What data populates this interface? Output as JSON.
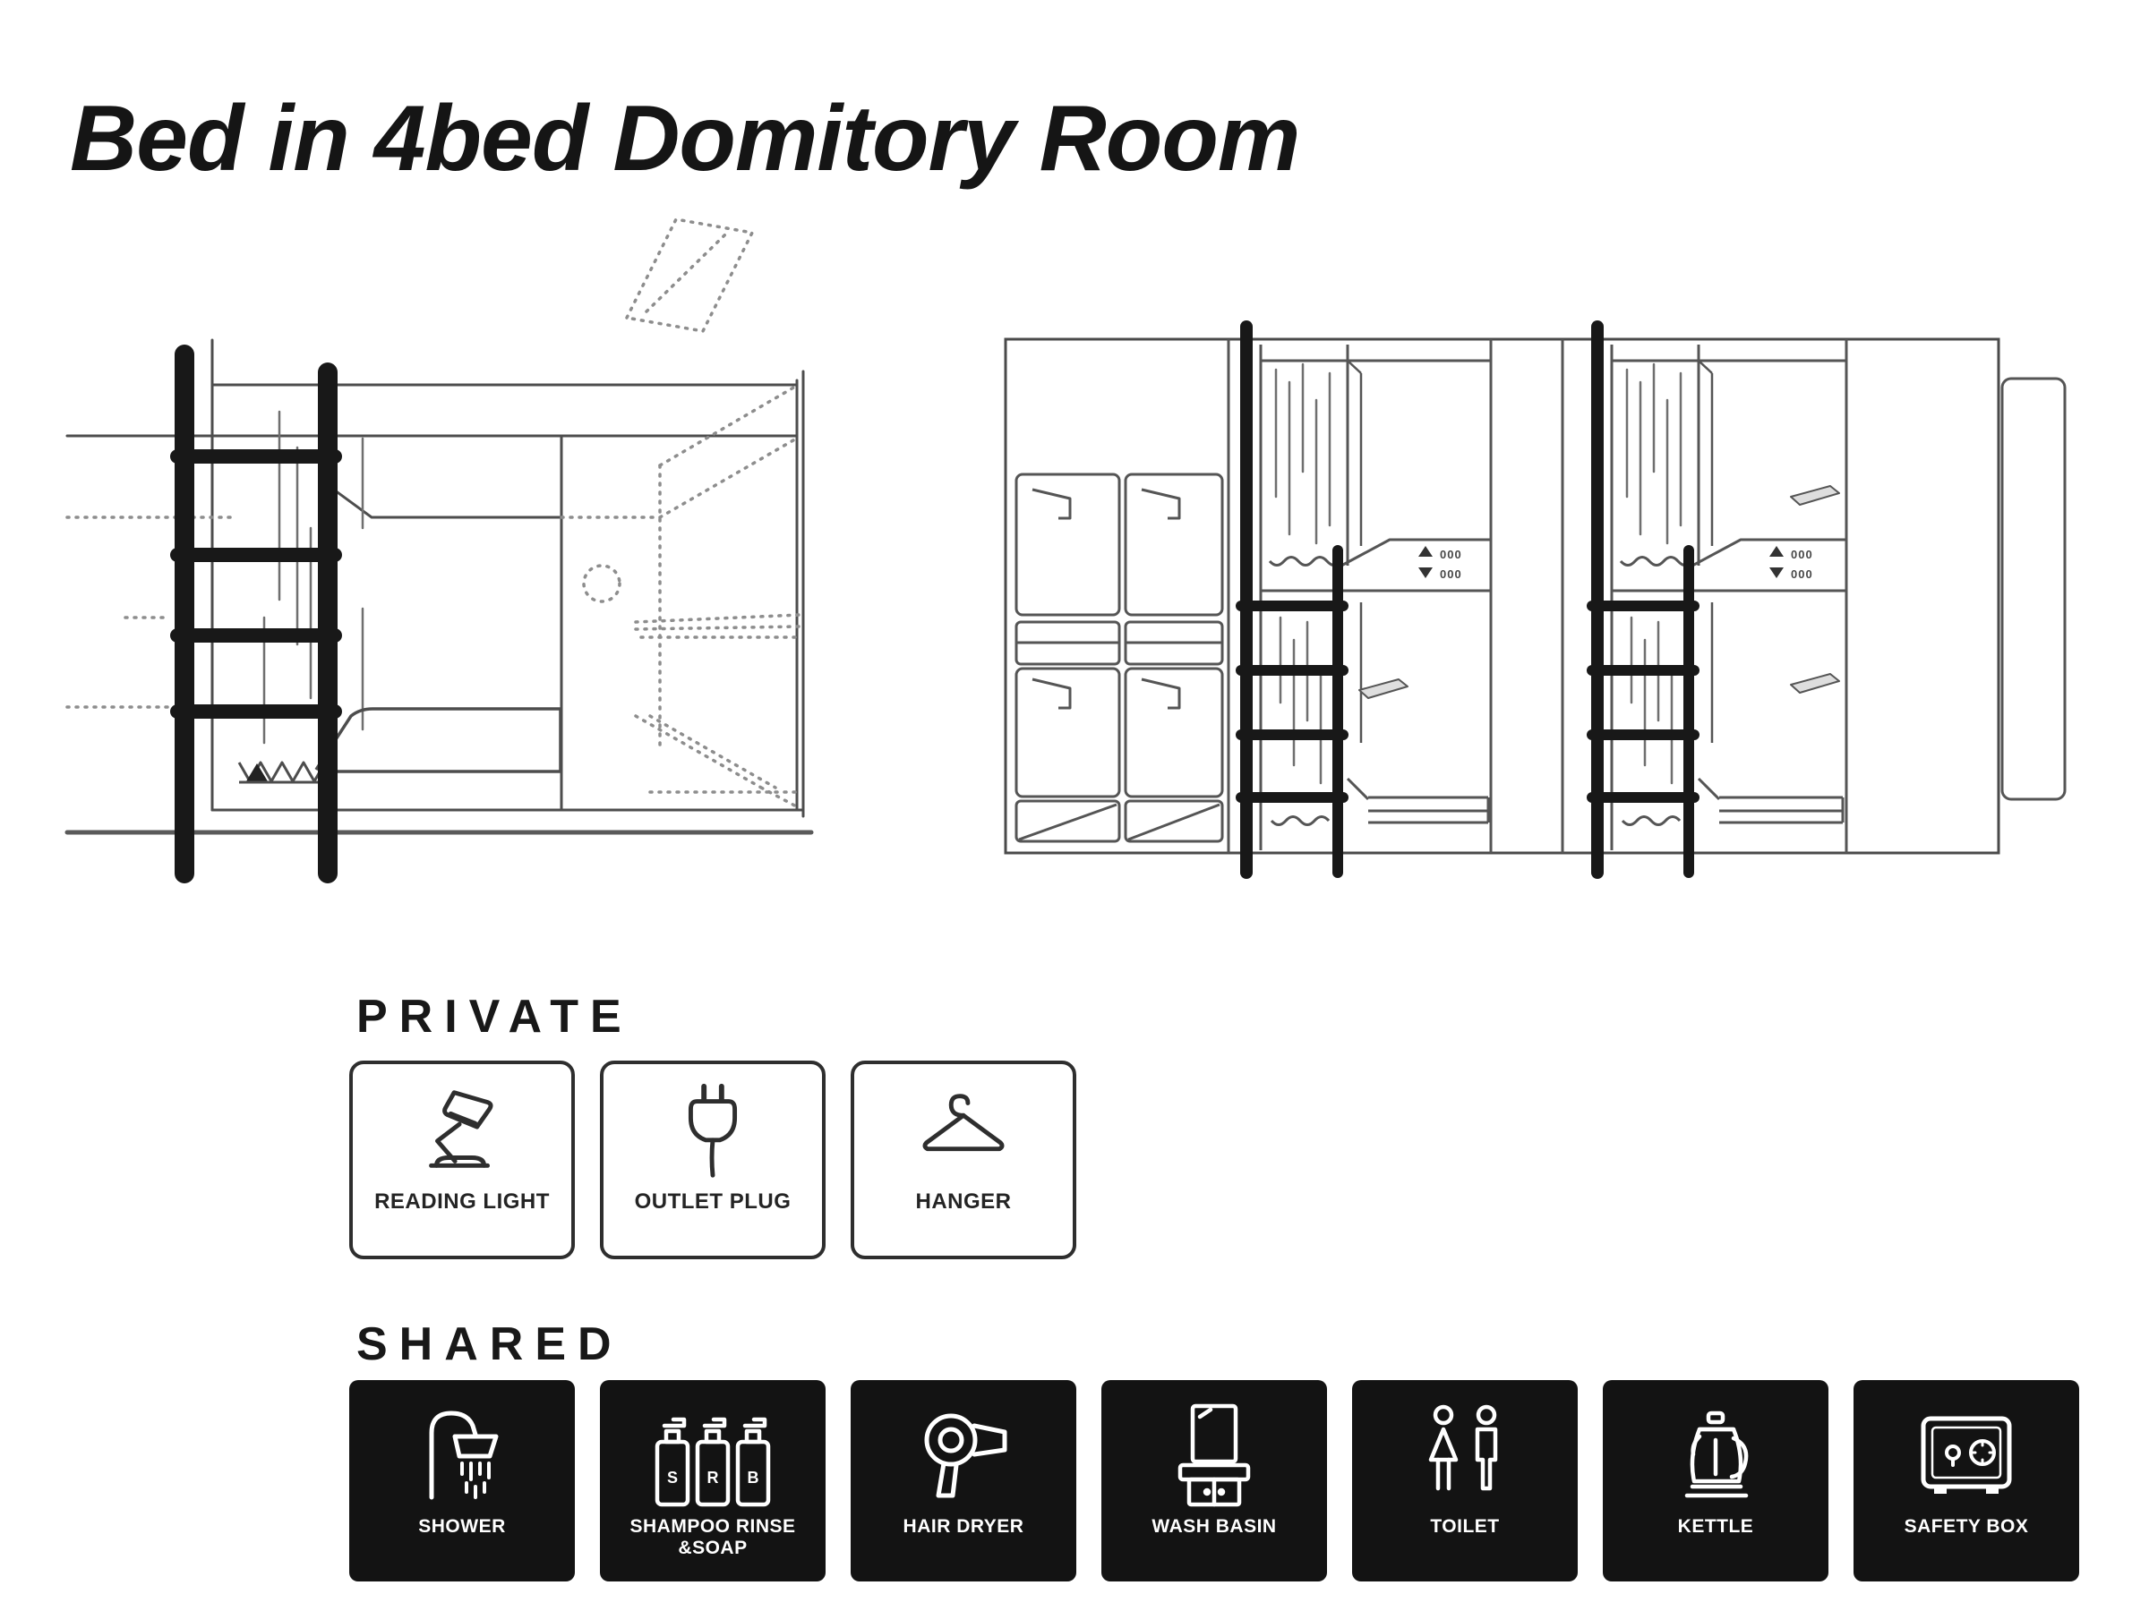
{
  "page": {
    "title": "Bed in 4bed Domitory Room"
  },
  "colors": {
    "ink": "#1c1c1c",
    "thin_line": "#4d4d4d",
    "ladder_black": "#181818",
    "tile_bg": "#131313",
    "tile_text": "#ffffff"
  },
  "drawings": {
    "elevation": {
      "plates": [
        {
          "up": "000",
          "down": "000"
        },
        {
          "up": "000",
          "down": "000"
        }
      ]
    }
  },
  "sections": {
    "private": {
      "heading": "PRIVATE",
      "items": [
        {
          "label": "READING LIGHT",
          "icon": "reading-light-icon"
        },
        {
          "label": "OUTLET PLUG",
          "icon": "outlet-plug-icon"
        },
        {
          "label": "HANGER",
          "icon": "hanger-icon"
        }
      ]
    },
    "shared": {
      "heading": "SHARED",
      "bottle_letters": [
        "S",
        "R",
        "B"
      ],
      "items": [
        {
          "label": "SHOWER",
          "icon": "shower-icon"
        },
        {
          "label": "SHAMPOO RINSE\n&SOAP",
          "icon": "shampoo-rinse-soap-icon"
        },
        {
          "label": "HAIR DRYER",
          "icon": "hair-dryer-icon"
        },
        {
          "label": "WASH BASIN",
          "icon": "wash-basin-icon"
        },
        {
          "label": "TOILET",
          "icon": "toilet-icon"
        },
        {
          "label": "KETTLE",
          "icon": "kettle-icon"
        },
        {
          "label": "SAFETY BOX",
          "icon": "safety-box-icon"
        }
      ]
    }
  }
}
